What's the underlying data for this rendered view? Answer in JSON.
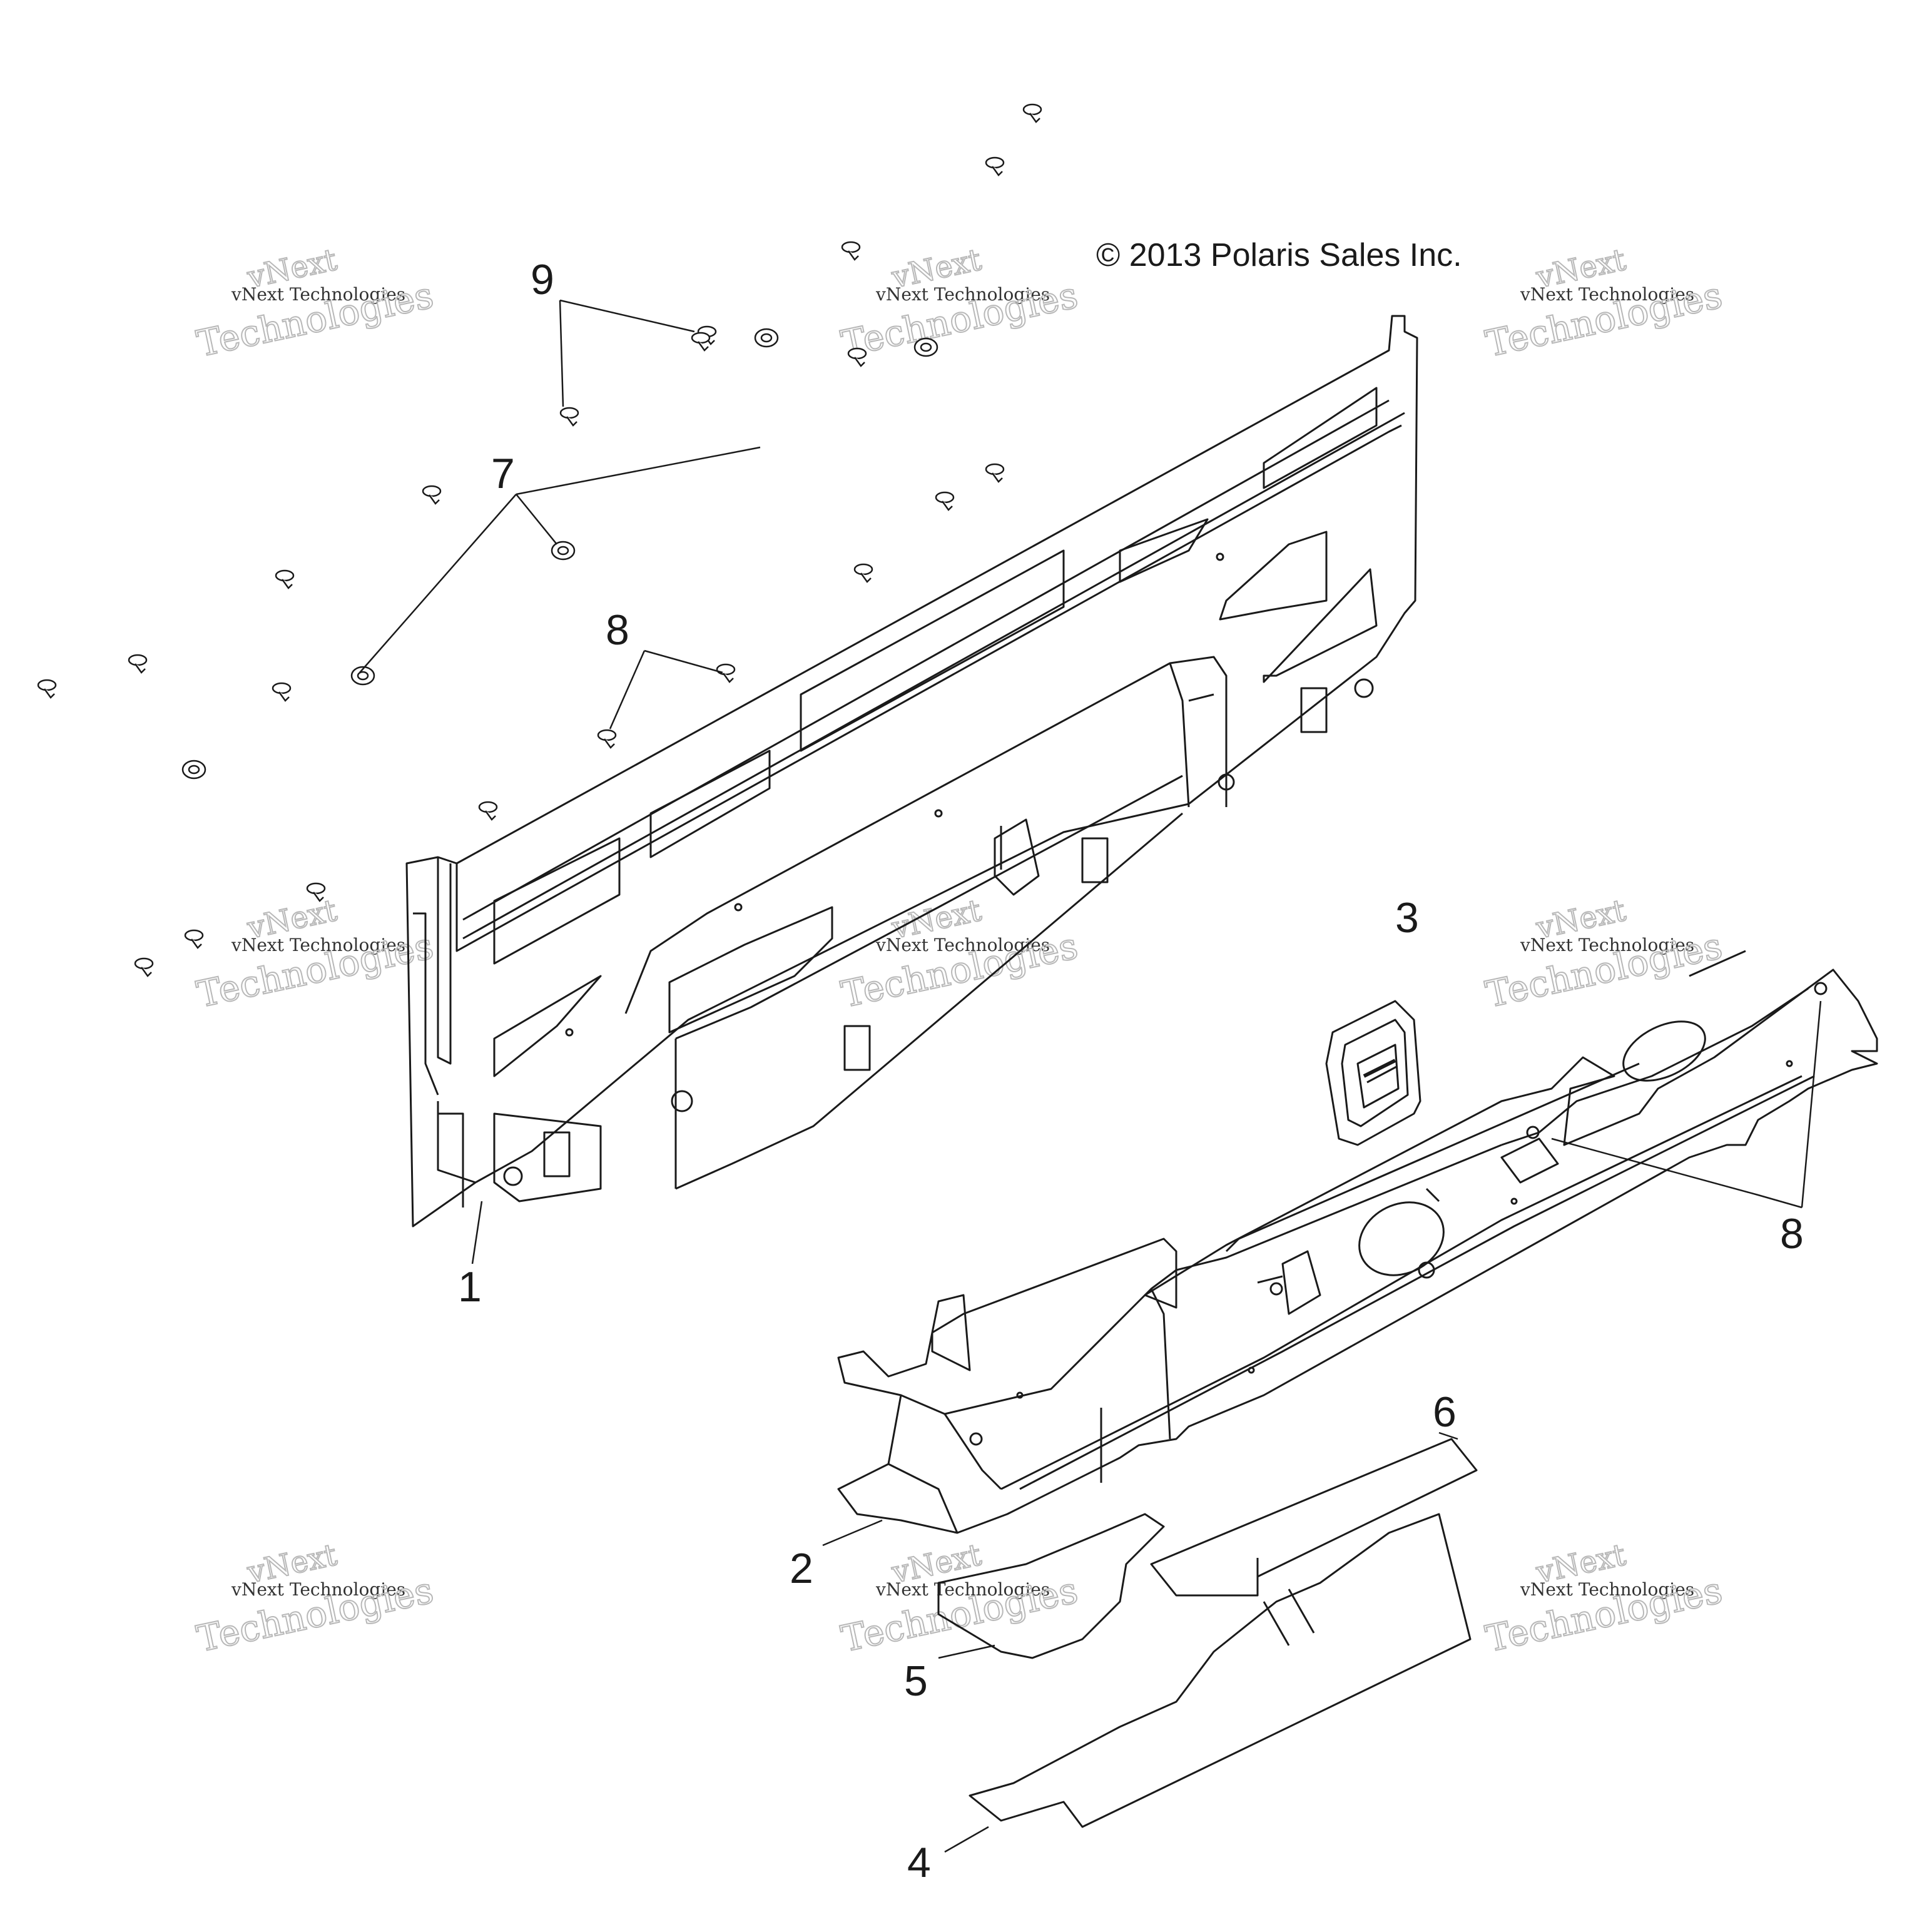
{
  "copyright": "© 2013 Polaris Sales Inc.",
  "watermark": {
    "line1": "vNext",
    "line2": "vNext Technologies",
    "line3": "Technologies"
  },
  "callouts": {
    "c1": "1",
    "c2": "2",
    "c3": "3",
    "c4": "4",
    "c5": "5",
    "c6": "6",
    "c7": "7",
    "c8a": "8",
    "c8b": "8",
    "c9": "9"
  },
  "colors": {
    "line": "#1a1a1a",
    "watermark": "#b8b8b8",
    "background": "#ffffff"
  }
}
